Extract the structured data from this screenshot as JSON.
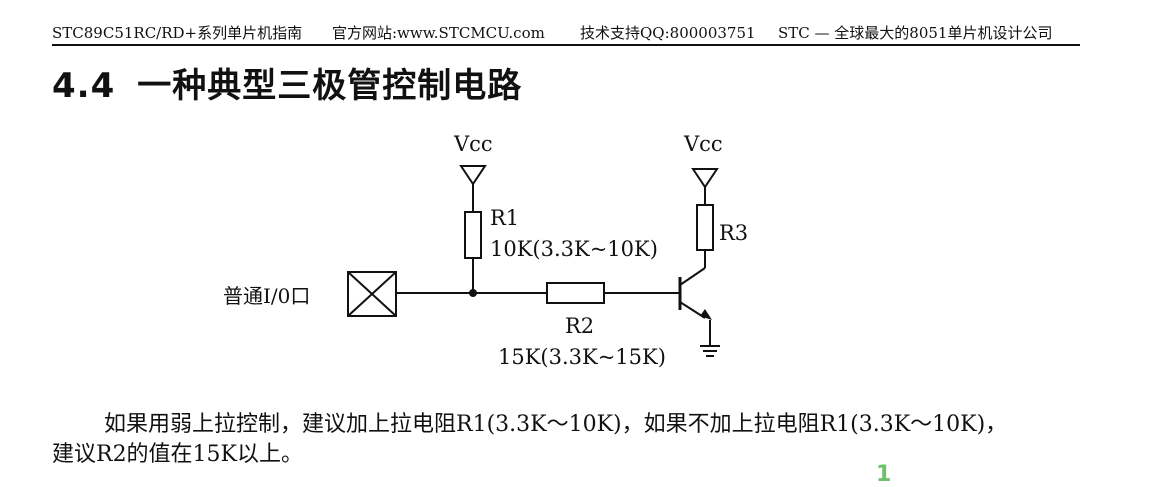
{
  "header": {
    "book": "STC89C51RC/RD+系列单片机指南",
    "website": "官方网站:www.STCMCU.com",
    "support": "技术支持QQ:800003751",
    "company": "STC — 全球最大的8051单片机设计公司"
  },
  "section": {
    "number": "4.4",
    "title": "一种典型三极管控制电路"
  },
  "circuit": {
    "vcc_left": "Vcc",
    "vcc_right": "Vcc",
    "r1_name": "R1",
    "r1_value": "10K(3.3K~10K)",
    "r2_name": "R2",
    "r2_value": "15K(3.3K~15K)",
    "r3_name": "R3",
    "io_label": "普通I/0口"
  },
  "body": {
    "line1": "如果用弱上拉控制，建议加上拉电阻R1(3.3K～10K)，如果不加上拉电阻R1(3.3K～10K)，",
    "line2": "建议R2的值在15K以上。"
  },
  "corner_mark": "1"
}
